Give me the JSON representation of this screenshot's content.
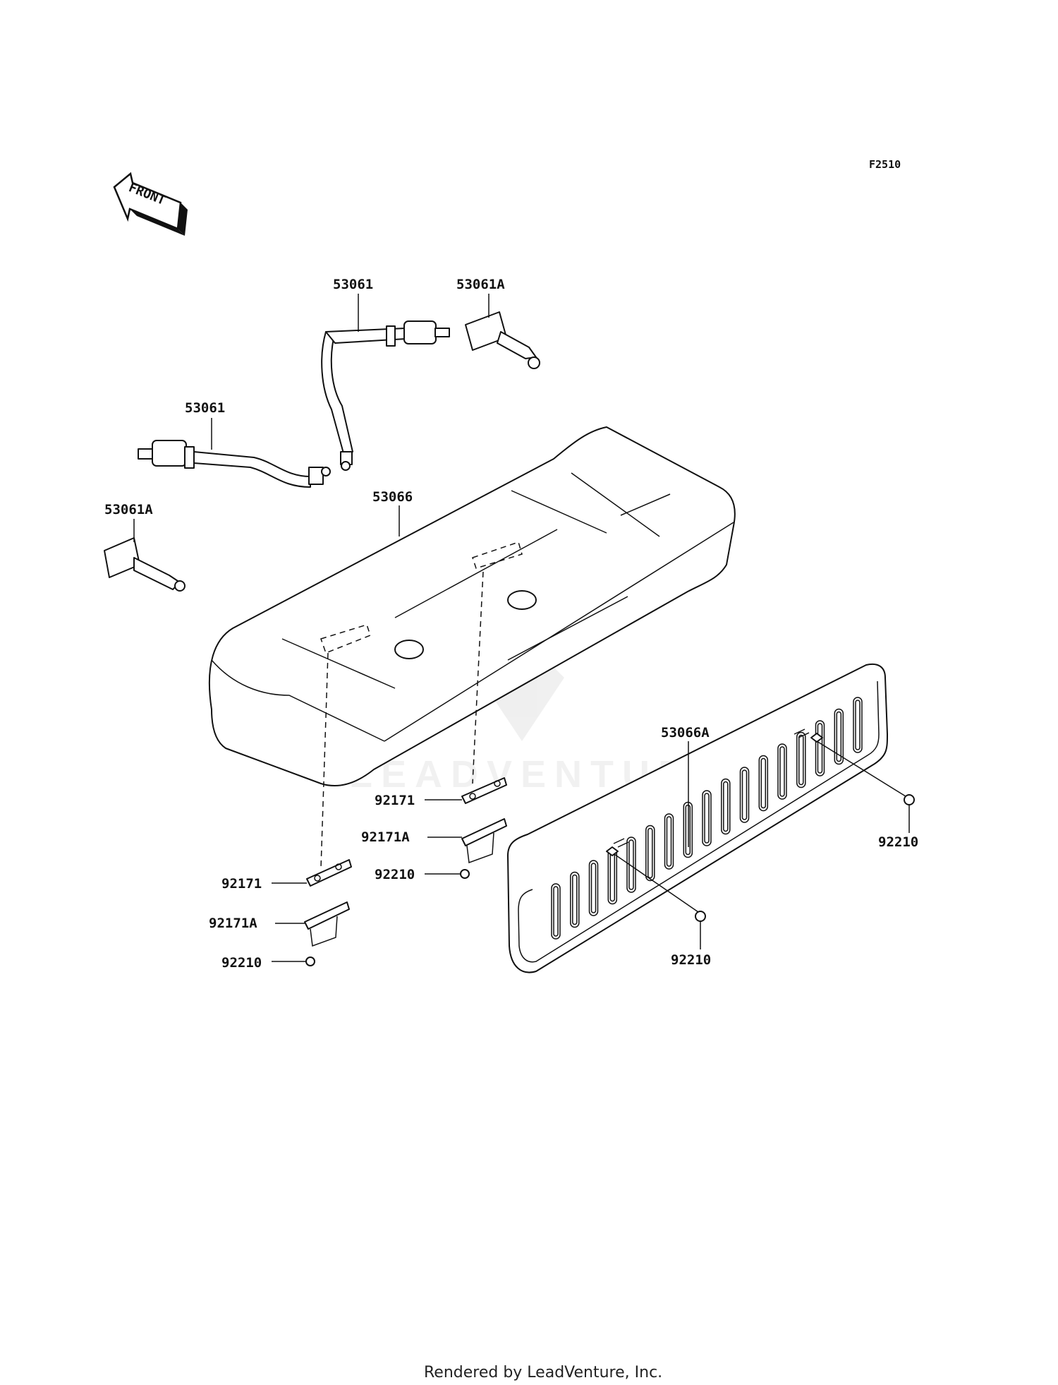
{
  "ref_code": "F2510",
  "front_arrow": {
    "label": "FRONT",
    "icon": "front-arrow-icon"
  },
  "labels": {
    "belt_right": "53061",
    "buckle_right": "53061A",
    "belt_left": "53061",
    "buckle_left": "53061A",
    "seat": "53066",
    "back_panel": "53066A",
    "bracket_center": "92171",
    "bracket_center_a": "92171A",
    "nut_center": "92210",
    "bracket_left": "92171",
    "bracket_left_a": "92171A",
    "nut_left": "92210",
    "nut_panel_right": "92210",
    "nut_panel_bottom": "92210"
  },
  "watermark": "LEADVENTURE",
  "footer": "Rendered by LeadVenture, Inc."
}
